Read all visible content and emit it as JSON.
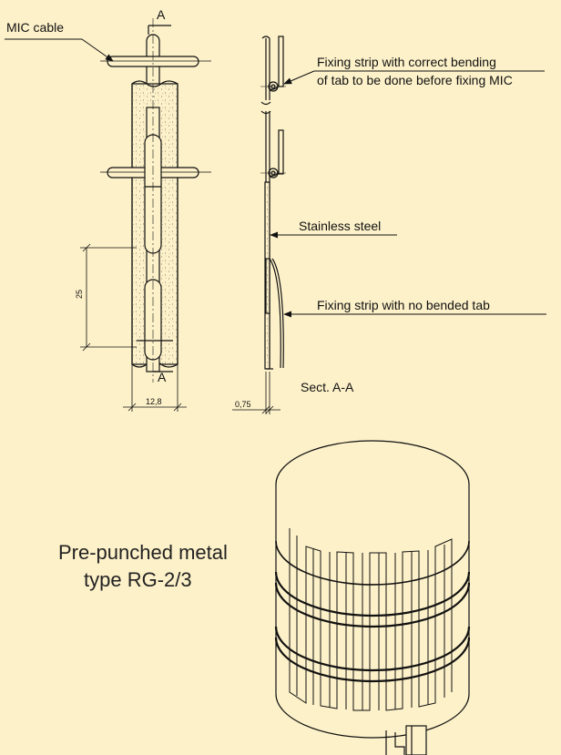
{
  "colors": {
    "background": "#fdf1c9",
    "ink": "#111111"
  },
  "labels": {
    "mic_cable": "MIC cable",
    "fixing_strip_correct_1": "Fixing strip with correct bending",
    "fixing_strip_correct_2": "of tab to be done before fixing MIC",
    "stainless_steel": "Stainless steel",
    "fixing_strip_no_tab": "Fixing strip with no bended tab",
    "section": "Sect. A-A",
    "section_mark_top": "A",
    "section_mark_bottom": "A"
  },
  "dimensions": {
    "length": "25",
    "width": "12,8",
    "thickness": "0,75"
  },
  "product": {
    "line1": "Pre-punched metal",
    "line2": "type RG-2/3"
  }
}
